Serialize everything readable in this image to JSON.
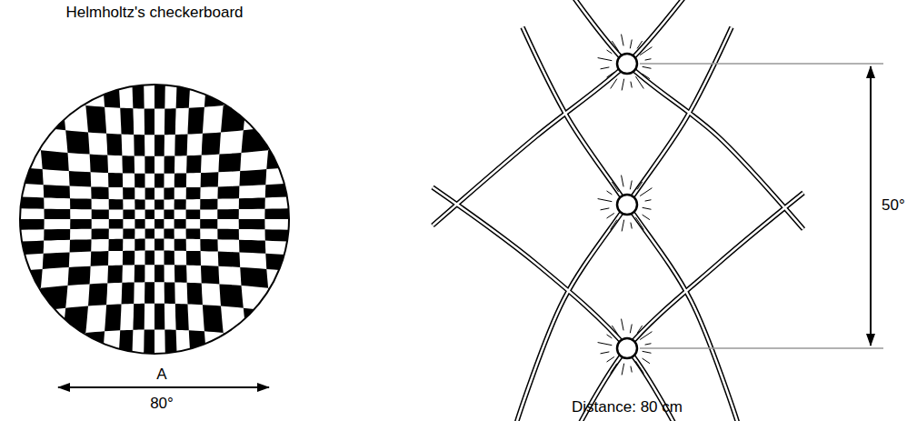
{
  "diagram": {
    "labels": [
      "Helmholtz's checkerboard",
      "A",
      "80°",
      "50°",
      "Distance: 80 cm"
    ]
  }
}
